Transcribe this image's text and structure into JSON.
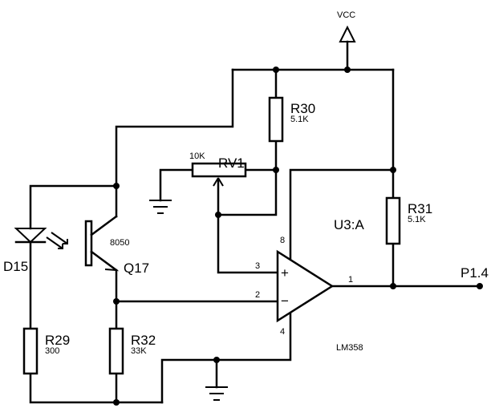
{
  "supply": {
    "vcc": "VCC"
  },
  "components": {
    "r30": {
      "ref": "R30",
      "value": "5.1K"
    },
    "r31": {
      "ref": "R31",
      "value": "5.1K"
    },
    "r29": {
      "ref": "R29",
      "value": "300"
    },
    "r32": {
      "ref": "R32",
      "value": "33K"
    },
    "rv1": {
      "ref": "RV1",
      "value": "10K"
    },
    "d15": {
      "ref": "D15"
    },
    "q17": {
      "ref": "Q17",
      "part": "8050"
    },
    "u3": {
      "ref": "U3:A",
      "part": "LM358",
      "pins": {
        "in_plus": "3",
        "in_minus": "2",
        "out": "1",
        "vplus": "8",
        "vminus": "4"
      },
      "plus_sign": "+",
      "minus_sign": "−"
    }
  },
  "net_labels": {
    "output": "P1.4"
  }
}
